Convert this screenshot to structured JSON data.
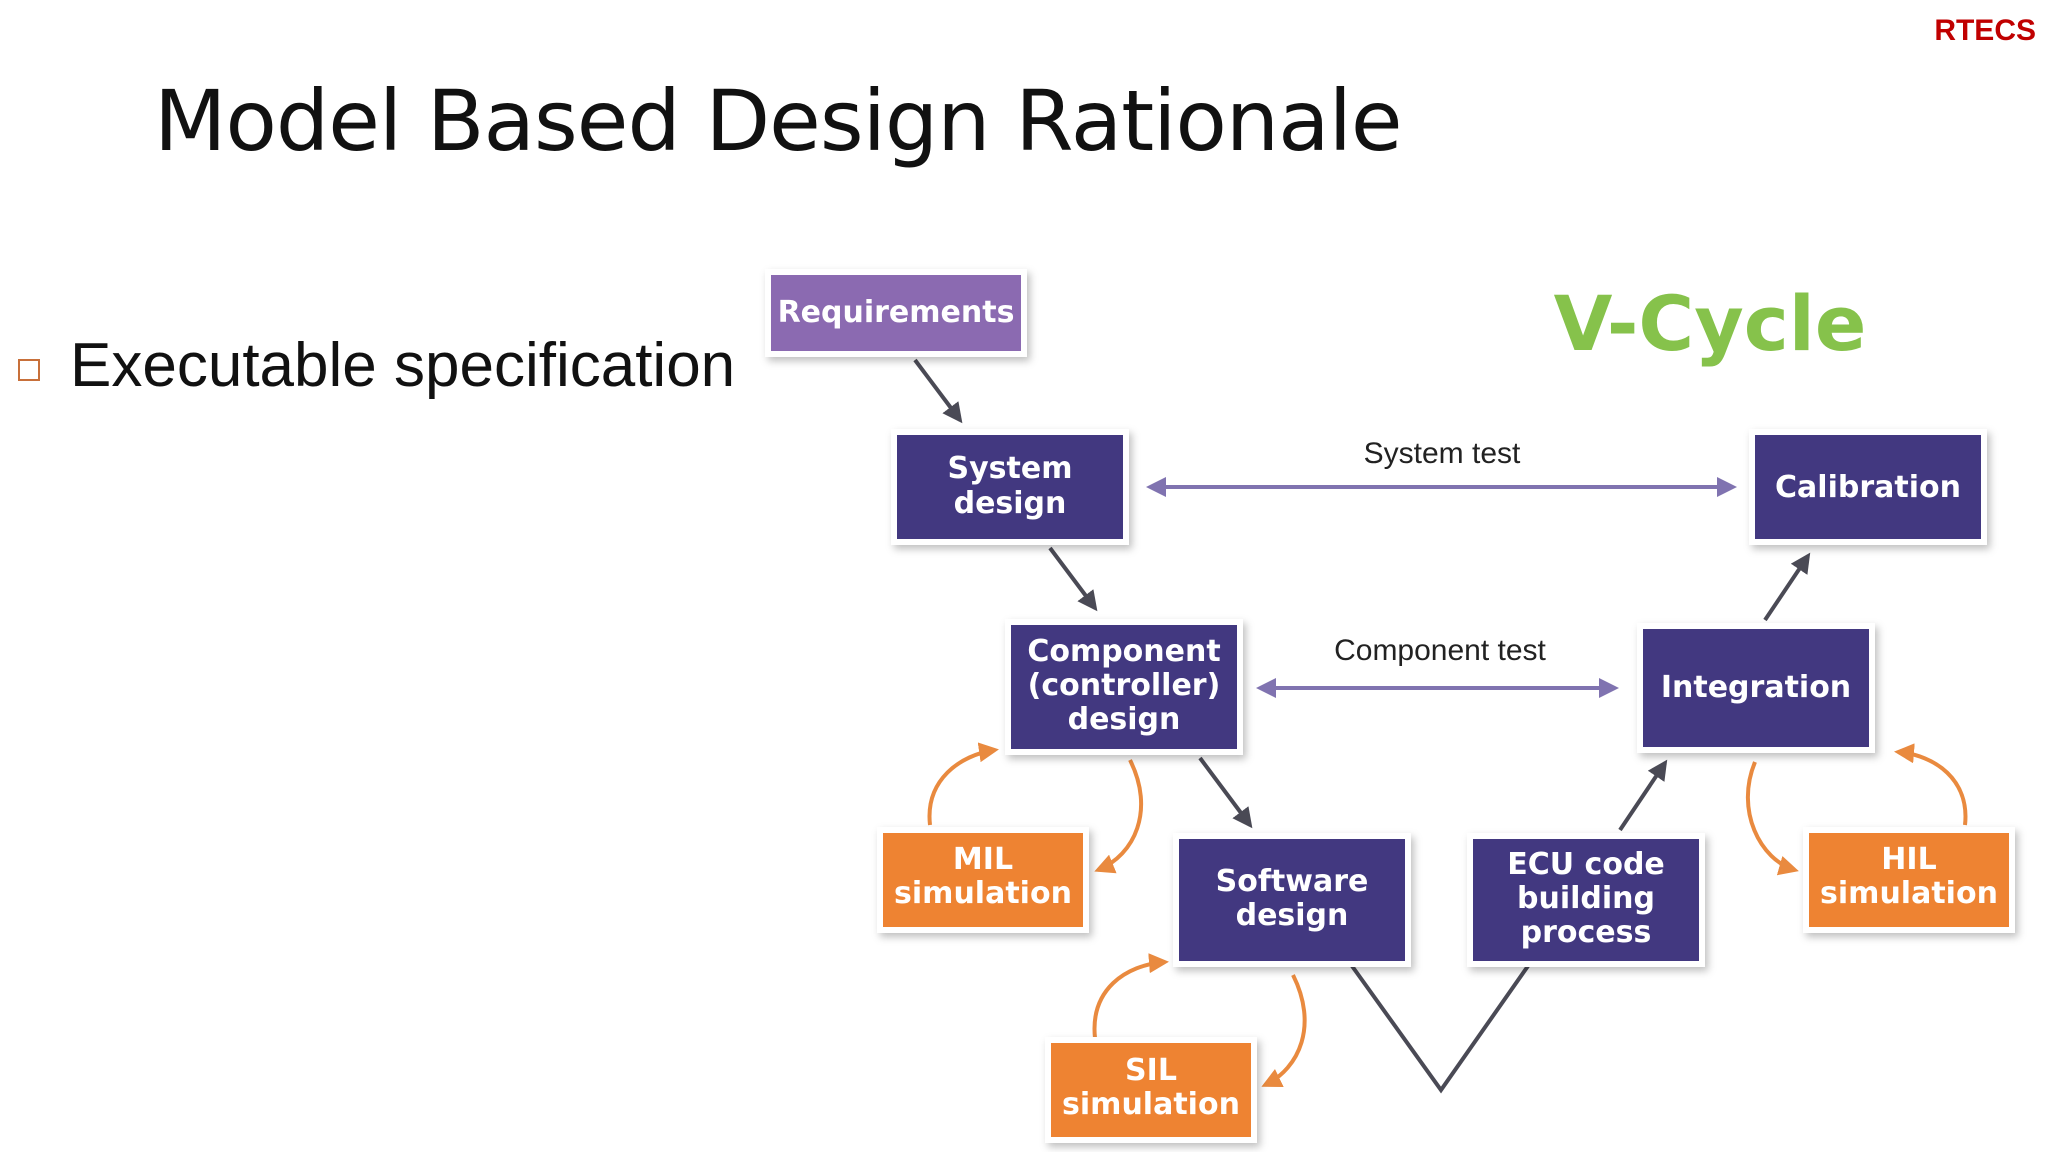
{
  "brand": "RTECS",
  "title": "Model Based Design Rationale",
  "bullet": "Executable specification",
  "diagram_title": "V-Cycle",
  "colors": {
    "brand": "#c00000",
    "purple_light": "#8b6bb1",
    "purple_dark": "#433880",
    "orange": "#ee8332",
    "green": "#86c24b",
    "arrow_gray": "#4a4a55",
    "arrow_purple": "#8073b0",
    "arrow_orange": "#e98a3f"
  },
  "nodes": {
    "requirements": [
      "Requirements"
    ],
    "system_design": [
      "System",
      "design"
    ],
    "component_design": [
      "Component",
      "(controller)",
      "design"
    ],
    "software_design": [
      "Software",
      "design"
    ],
    "ecu_code": [
      "ECU code",
      "building",
      "process"
    ],
    "integration": [
      "Integration"
    ],
    "calibration": [
      "Calibration"
    ],
    "mil": [
      "MIL",
      "simulation"
    ],
    "sil": [
      "SIL",
      "simulation"
    ],
    "hil": [
      "HIL",
      "simulation"
    ]
  },
  "edges": {
    "system_test": "System test",
    "component_test": "Component test"
  }
}
